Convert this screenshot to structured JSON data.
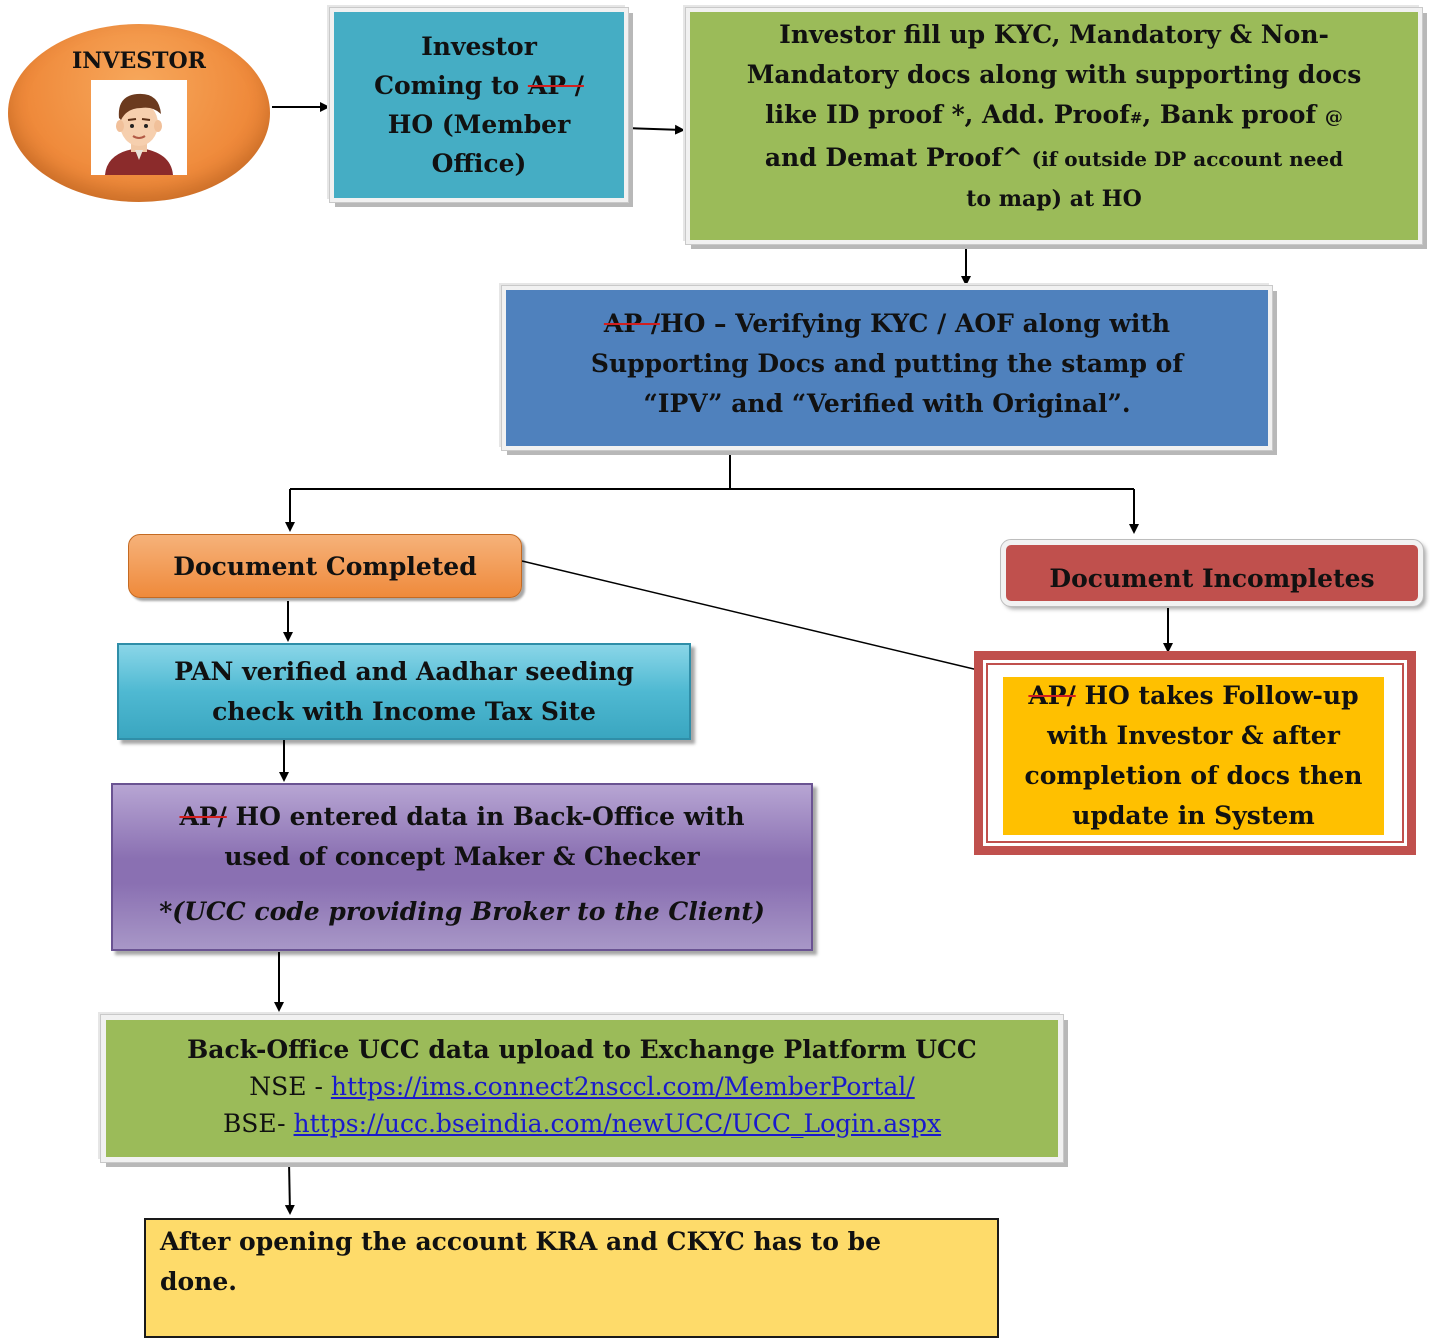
{
  "investor": {
    "label": "INVESTOR",
    "avatar_icon": "person-avatar-icon"
  },
  "step_member_office": {
    "line1": "Investor",
    "line2_pre": "Coming to ",
    "line2_strike": "AP /",
    "line3": "HO (Member",
    "line4": "Office)"
  },
  "step_fill_docs": {
    "line1": "Investor fill up KYC, Mandatory & Non-",
    "line2": "Mandatory docs along with supporting docs",
    "line3_a": "like ID proof *, Add. Proof",
    "line3_hash": "#",
    "line3_b": ", Bank proof ",
    "line3_at": "@",
    "line4_a": "and Demat Proof^ ",
    "line4_b": "(if outside DP account need",
    "line5": "to map) at HO"
  },
  "step_verify": {
    "line1_strike": "AP /",
    "line1_rest": "HO – Verifying KYC / AOF along with",
    "line2": "Supporting Docs and putting the stamp of",
    "line3": "“IPV” and “Verified with Original”."
  },
  "doc_completed": {
    "label": "Document Completed"
  },
  "doc_incomplete": {
    "label": "Document Incompletes"
  },
  "step_pan": {
    "line1": "PAN verified and Aadhar seeding",
    "line2": "check with Income Tax Site"
  },
  "step_followup": {
    "line1_strike": "AP/",
    "line1_rest": " HO takes Follow-up",
    "line2": "with Investor & after",
    "line3": "completion of docs then",
    "line4": "update in System"
  },
  "step_backoffice": {
    "line1_strike": "AP/",
    "line1_rest": " HO entered data in Back-Office with",
    "line2": "used of concept Maker & Checker",
    "line3": "*(UCC code providing Broker to the Client)"
  },
  "step_upload": {
    "title": "Back-Office UCC data upload to Exchange Platform UCC",
    "nse_label": "NSE - ",
    "nse_link": "https://ims.connect2nsccl.com/MemberPortal/",
    "bse_label": "BSE- ",
    "bse_link": "https://ucc.bseindia.com/newUCC/UCC_Login.aspx"
  },
  "step_final": {
    "line1": "After opening the account KRA and CKYC has to be",
    "line2": "done."
  },
  "colors": {
    "investor_orange": "#f0883a",
    "teal": "#45adc4",
    "green": "#9bbb59",
    "blue": "#4f81bd",
    "orange_btn": "#f39a52",
    "red_btn": "#c0504d",
    "cyan": "#5ac3d9",
    "amber": "#ffc000",
    "maroon_border": "#c0504d",
    "purple": "#8e75b4",
    "light_yellow": "#fedb6a"
  }
}
